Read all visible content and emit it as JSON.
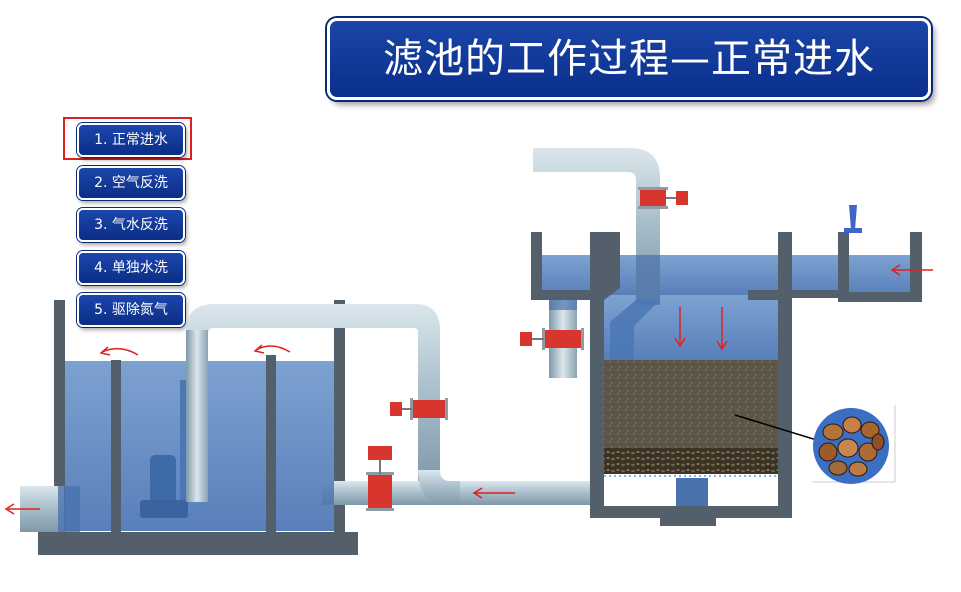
{
  "title": "滤池的工作过程—正常进水",
  "menu": {
    "items": [
      {
        "label": "1. 正常进水",
        "active": true
      },
      {
        "label": "2. 空气反洗",
        "active": false
      },
      {
        "label": "3. 气水反洗",
        "active": false
      },
      {
        "label": "4. 单独水洗",
        "active": false
      },
      {
        "label": "5. 驱除氮气",
        "active": false
      }
    ]
  },
  "colors": {
    "title_bg": "#0a2f8c",
    "button_bg": "#0b2e86",
    "wall": "#53606b",
    "water": "#4f7fbd",
    "pipe": "#a6bcc9",
    "valve": "#d8352f",
    "arrow": "#e02020",
    "active_outline": "#e02020"
  },
  "icons": [
    "valve-icon",
    "flow-arrow-icon",
    "pump-icon",
    "media-gravel-icon"
  ]
}
